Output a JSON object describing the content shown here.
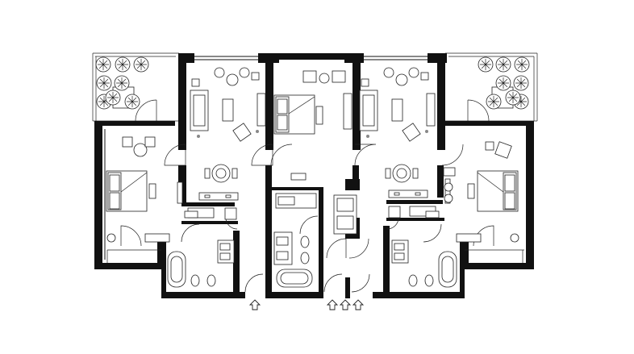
{
  "drawing": {
    "type": "floor-plan",
    "units": 2,
    "entry_arrows": 4,
    "terrace_planters": 16,
    "palette": {
      "wall": "#111111",
      "line": "#222222",
      "background": "#ffffff",
      "dot": "#888888"
    }
  }
}
